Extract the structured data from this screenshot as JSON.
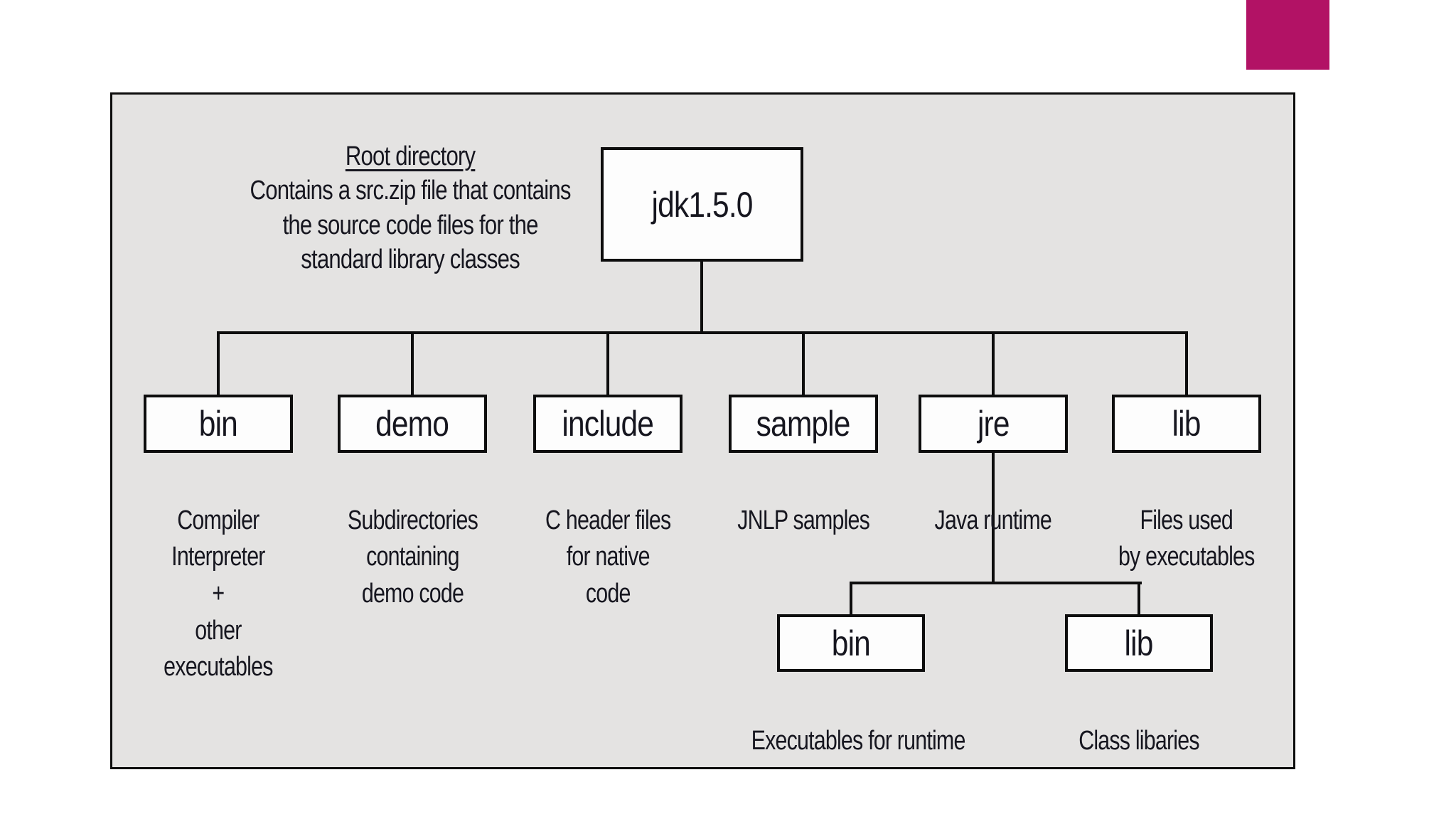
{
  "slide": {
    "accent_square_color": "#b21265",
    "panel_bg": "#e4e3e2"
  },
  "note": {
    "title": "Root directory",
    "line1": "Contains a src.zip file that contains",
    "line2": "the source code files for the",
    "line3": "standard library classes"
  },
  "tree": {
    "root": {
      "label": "jdk1.5.0"
    },
    "children": [
      {
        "label": "bin",
        "caption": "Compiler\nInterpreter\n+\nother\nexecutables"
      },
      {
        "label": "demo",
        "caption": "Subdirectories\ncontaining\ndemo code"
      },
      {
        "label": "include",
        "caption": "C header files\nfor native\ncode"
      },
      {
        "label": "sample",
        "caption": "JNLP samples"
      },
      {
        "label": "jre",
        "caption": "Java runtime"
      },
      {
        "label": "lib",
        "caption": "Files used\nby executables"
      }
    ],
    "jre_children": [
      {
        "label": "bin",
        "caption": "Executables for runtime"
      },
      {
        "label": "lib",
        "caption": "Class libaries"
      }
    ]
  }
}
